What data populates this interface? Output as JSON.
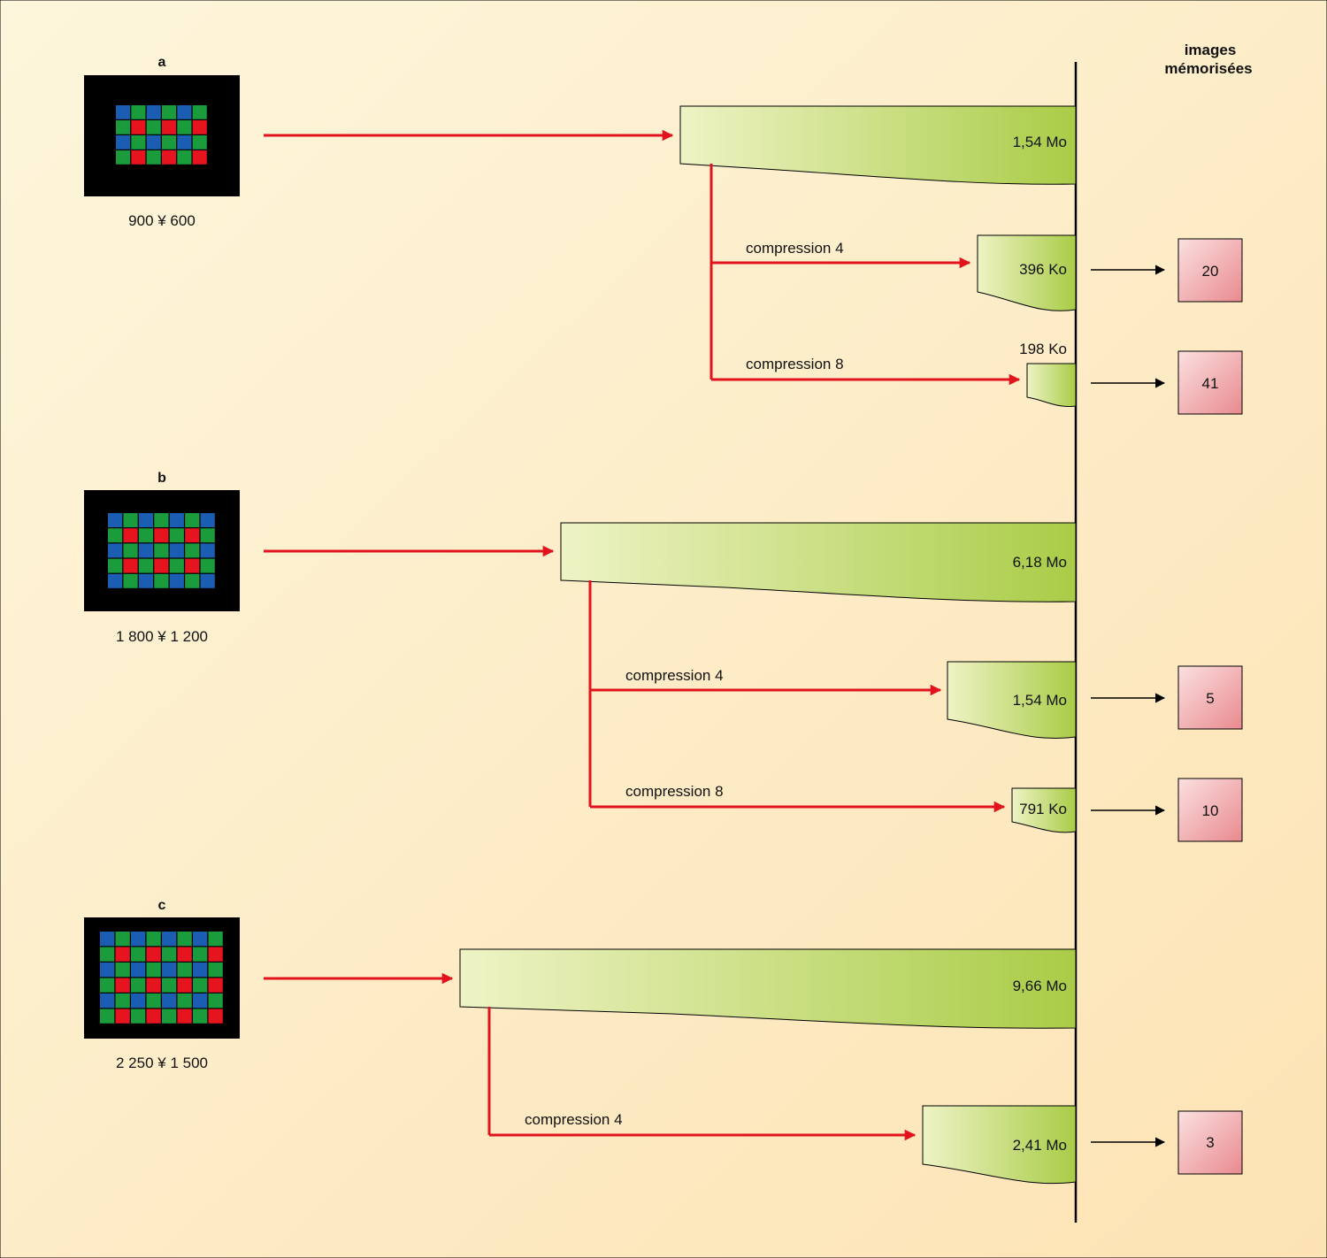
{
  "header": {
    "line1": "images",
    "line2": "mémorisées"
  },
  "panels": [
    {
      "letter": "a",
      "resolution": "900 ¥ 600",
      "raw_size": "1,54 Mo",
      "branches": [
        {
          "label": "compression 4",
          "size": "396 Ko",
          "images": "20"
        },
        {
          "label": "compression 8",
          "size": "198 Ko",
          "images": "41"
        }
      ]
    },
    {
      "letter": "b",
      "resolution": "1 800 ¥ 1 200",
      "raw_size": "6,18 Mo",
      "branches": [
        {
          "label": "compression 4",
          "size": "1,54 Mo",
          "images": "5"
        },
        {
          "label": "compression 8",
          "size": "791 Ko",
          "images": "10"
        }
      ]
    },
    {
      "letter": "c",
      "resolution": "2 250 ¥ 1 500",
      "raw_size": "9,66 Mo",
      "branches": [
        {
          "label": "compression 4",
          "size": "2,41 Mo",
          "images": "3"
        }
      ]
    }
  ],
  "colors": {
    "background_start": "#fdf6dc",
    "background_end": "#fde3b4",
    "arrow_red": "#e1131d",
    "file_light": "#eef3c5",
    "file_dark": "#a9cc47",
    "count_box_light": "#fbe0e0",
    "count_box_dark": "#e98a8f",
    "sensor_red": "#e5141e",
    "sensor_green": "#1a9b3c",
    "sensor_blue": "#1b5db3"
  }
}
